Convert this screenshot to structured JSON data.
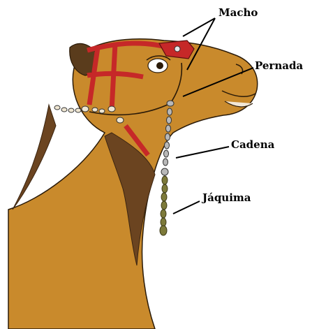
{
  "labels": {
    "macho": "Macho",
    "pernada": "Pernada",
    "cadena": "Cadena",
    "jaquima": "Jáquima"
  },
  "colors": {
    "background": "#ffffff",
    "camel_skin": "#c98a2c",
    "camel_dark": "#8a5a20",
    "mane": "#6b4420",
    "harness_red": "#c62828",
    "chain": "#3a3a3a",
    "rope": "#7d7a3a",
    "leader_line": "#000000"
  }
}
